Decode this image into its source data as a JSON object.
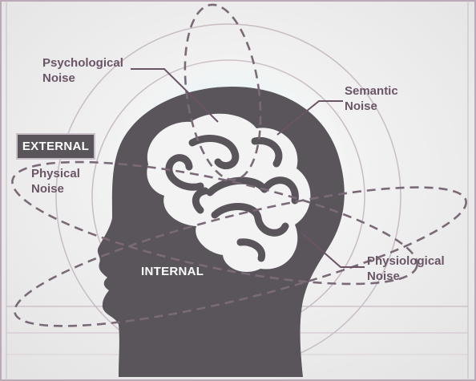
{
  "labels": {
    "psychological": "Psychological\nNoise",
    "semantic": "Semantic\nNoise",
    "physical": "Physical\nNoise",
    "physiological": "Physiological\nNoise",
    "external": "EXTERNAL",
    "internal": "INTERNAL"
  },
  "colors": {
    "background": "#eeeeee",
    "head": "#59555a",
    "brain": "#ffffff",
    "orbit": "#7a6a78",
    "label_text": "#6a5566",
    "glow": "#bfeef5"
  },
  "icons": {
    "head": "head-silhouette",
    "brain": "brain-icon"
  }
}
